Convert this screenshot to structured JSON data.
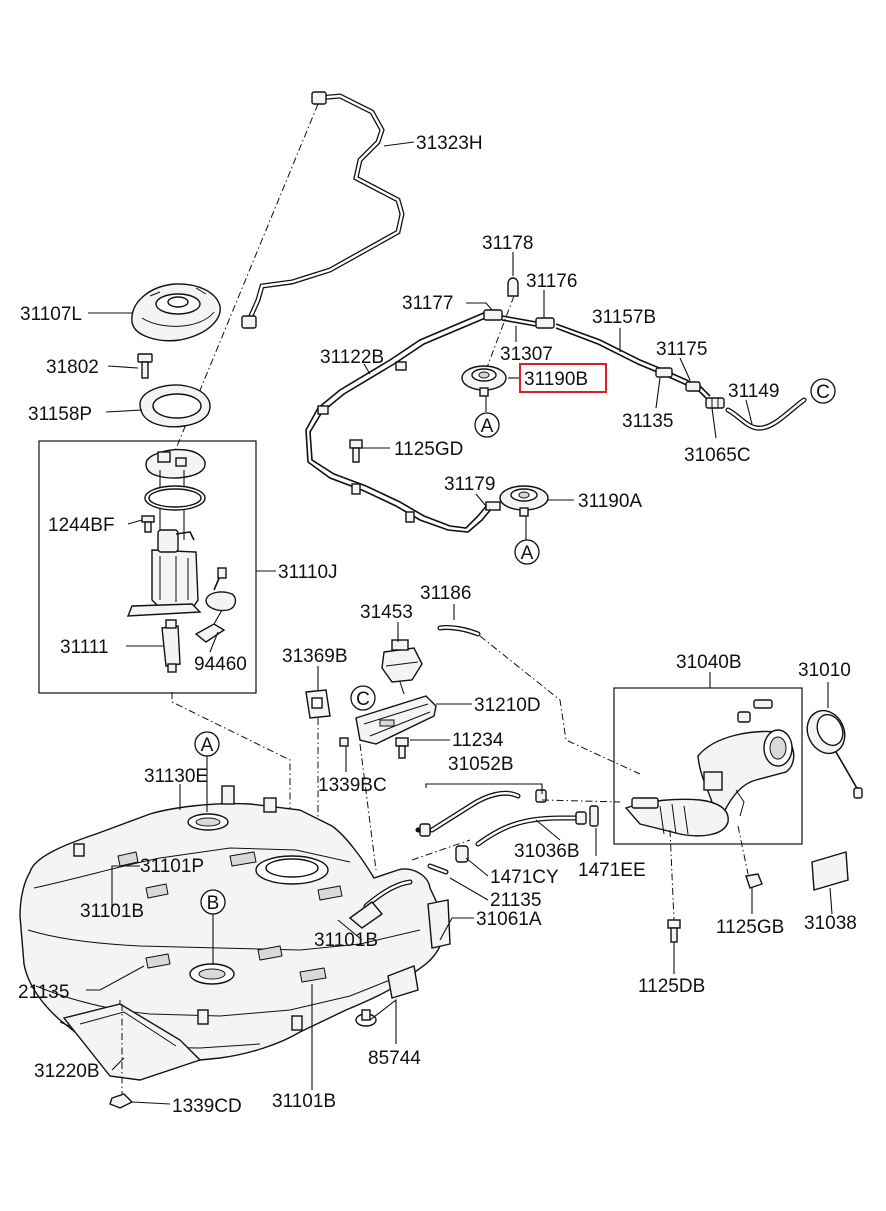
{
  "labels": {
    "p31323H": "31323H",
    "p31107L": "31107L",
    "p31802": "31802",
    "p31158P": "31158P",
    "p1244BF": "1244BF",
    "p31110J": "31110J",
    "p31111": "31111",
    "p94460": "94460",
    "p31178": "31178",
    "p31176": "31176",
    "p31177": "31177",
    "p31157B": "31157B",
    "p31122B": "31122B",
    "p31307": "31307",
    "p31175": "31175",
    "p31190B": "31190B",
    "p31149": "31149",
    "p31135": "31135",
    "p31065C": "31065C",
    "p1125GD": "1125GD",
    "p31179": "31179",
    "p31190A": "31190A",
    "p31186": "31186",
    "p31453": "31453",
    "p31369B": "31369B",
    "p31040B": "31040B",
    "p31010": "31010",
    "p31210D": "31210D",
    "p11234": "11234",
    "p1339BC": "1339BC",
    "p31052B": "31052B",
    "p31130E": "31130E",
    "p31101P": "31101P",
    "p31101B_a": "31101B",
    "p31036B": "31036B",
    "p1471EE": "1471EE",
    "p1471CY": "1471CY",
    "p21135_a": "21135",
    "p31061A": "31061A",
    "p31101B_b": "31101B",
    "p1125GB": "1125GB",
    "p31038": "31038",
    "p21135_b": "21135",
    "p1125DB": "1125DB",
    "p85744": "85744",
    "p31220B": "31220B",
    "p31101B_c": "31101B",
    "p1339CD": "1339CD"
  },
  "callouts": {
    "a1": "A",
    "a2": "A",
    "a3": "A",
    "b1": "B",
    "c1": "C",
    "c2": "C"
  },
  "highlighted_part": "31190B",
  "colors": {
    "highlight": "#e02020",
    "line": "#111111"
  }
}
